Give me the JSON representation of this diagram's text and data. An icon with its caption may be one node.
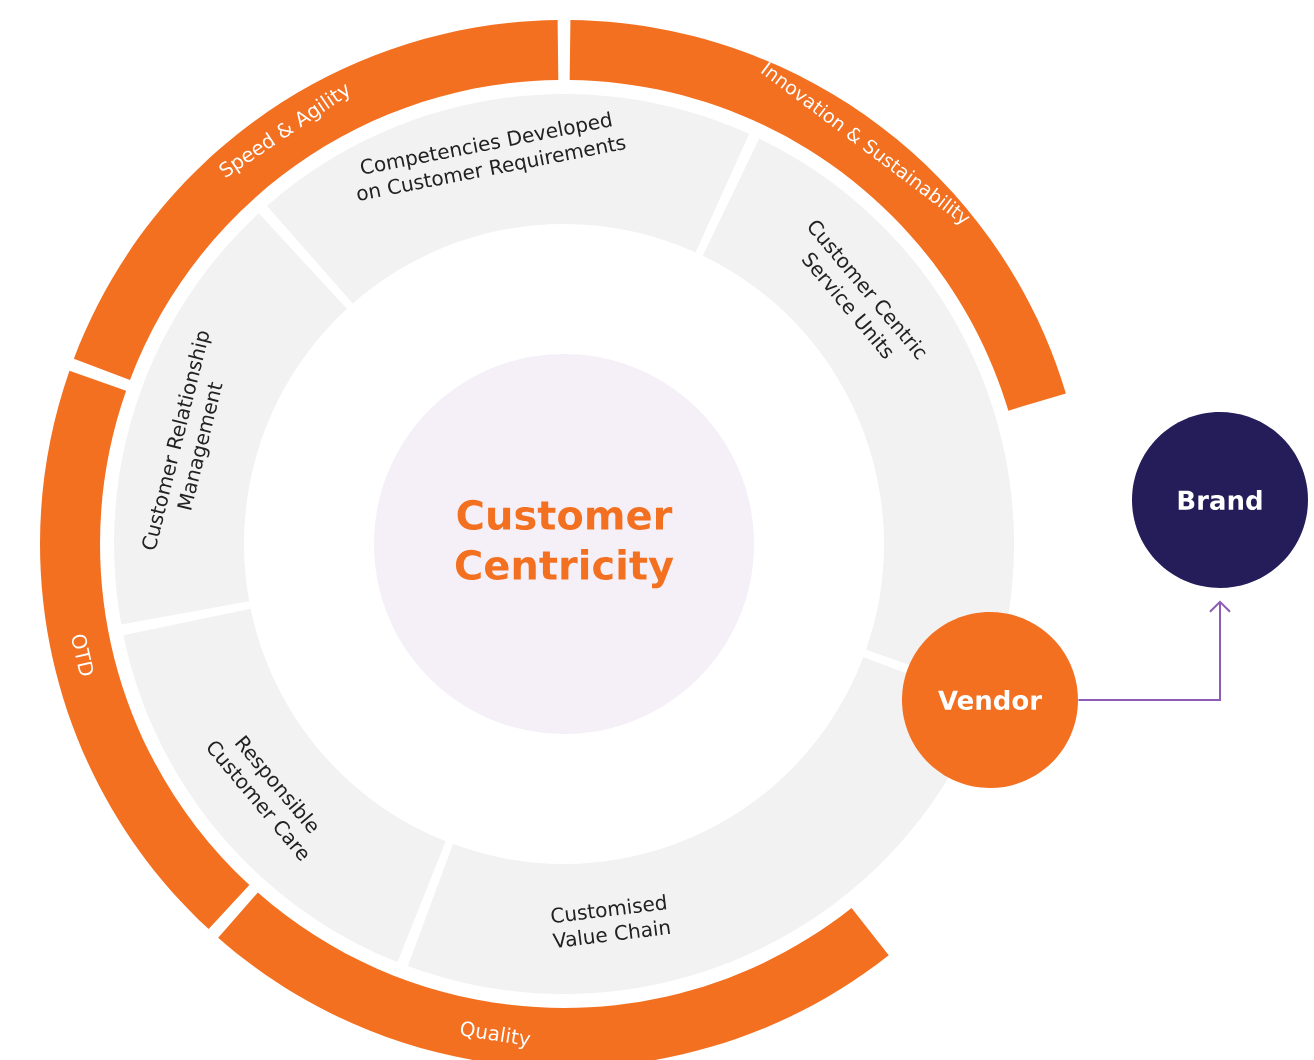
{
  "diagram": {
    "nodes": [
      {
        "text": [
          "Speed & Agility"
        ]
      },
      {
        "text": [
          "Innovation & Sustainability"
        ]
      },
      {
        "text": [
          "Competencies Developed on Customer Requirements"
        ]
      },
      {
        "text": [
          "Customer Centric Service Units"
        ]
      },
      {
        "text": [
          "Customer Relationship Management"
        ]
      },
      {
        "text": [
          "Customer Centricity"
        ]
      },
      {
        "text": [
          "OTD"
        ]
      },
      {
        "text": [
          "Responsible Customer Care"
        ]
      },
      {
        "text": [
          "Vendor"
        ]
      },
      {
        "text": [
          "Brand"
        ]
      },
      {
        "text": [
          "Customised Value Chain"
        ]
      },
      {
        "text": [
          "Quality"
        ]
      }
    ],
    "edges": [
      {
        "from": 8,
        "to": 9,
        "arrow": "to",
        "color": "#8e5bb5"
      }
    ]
  }
}
